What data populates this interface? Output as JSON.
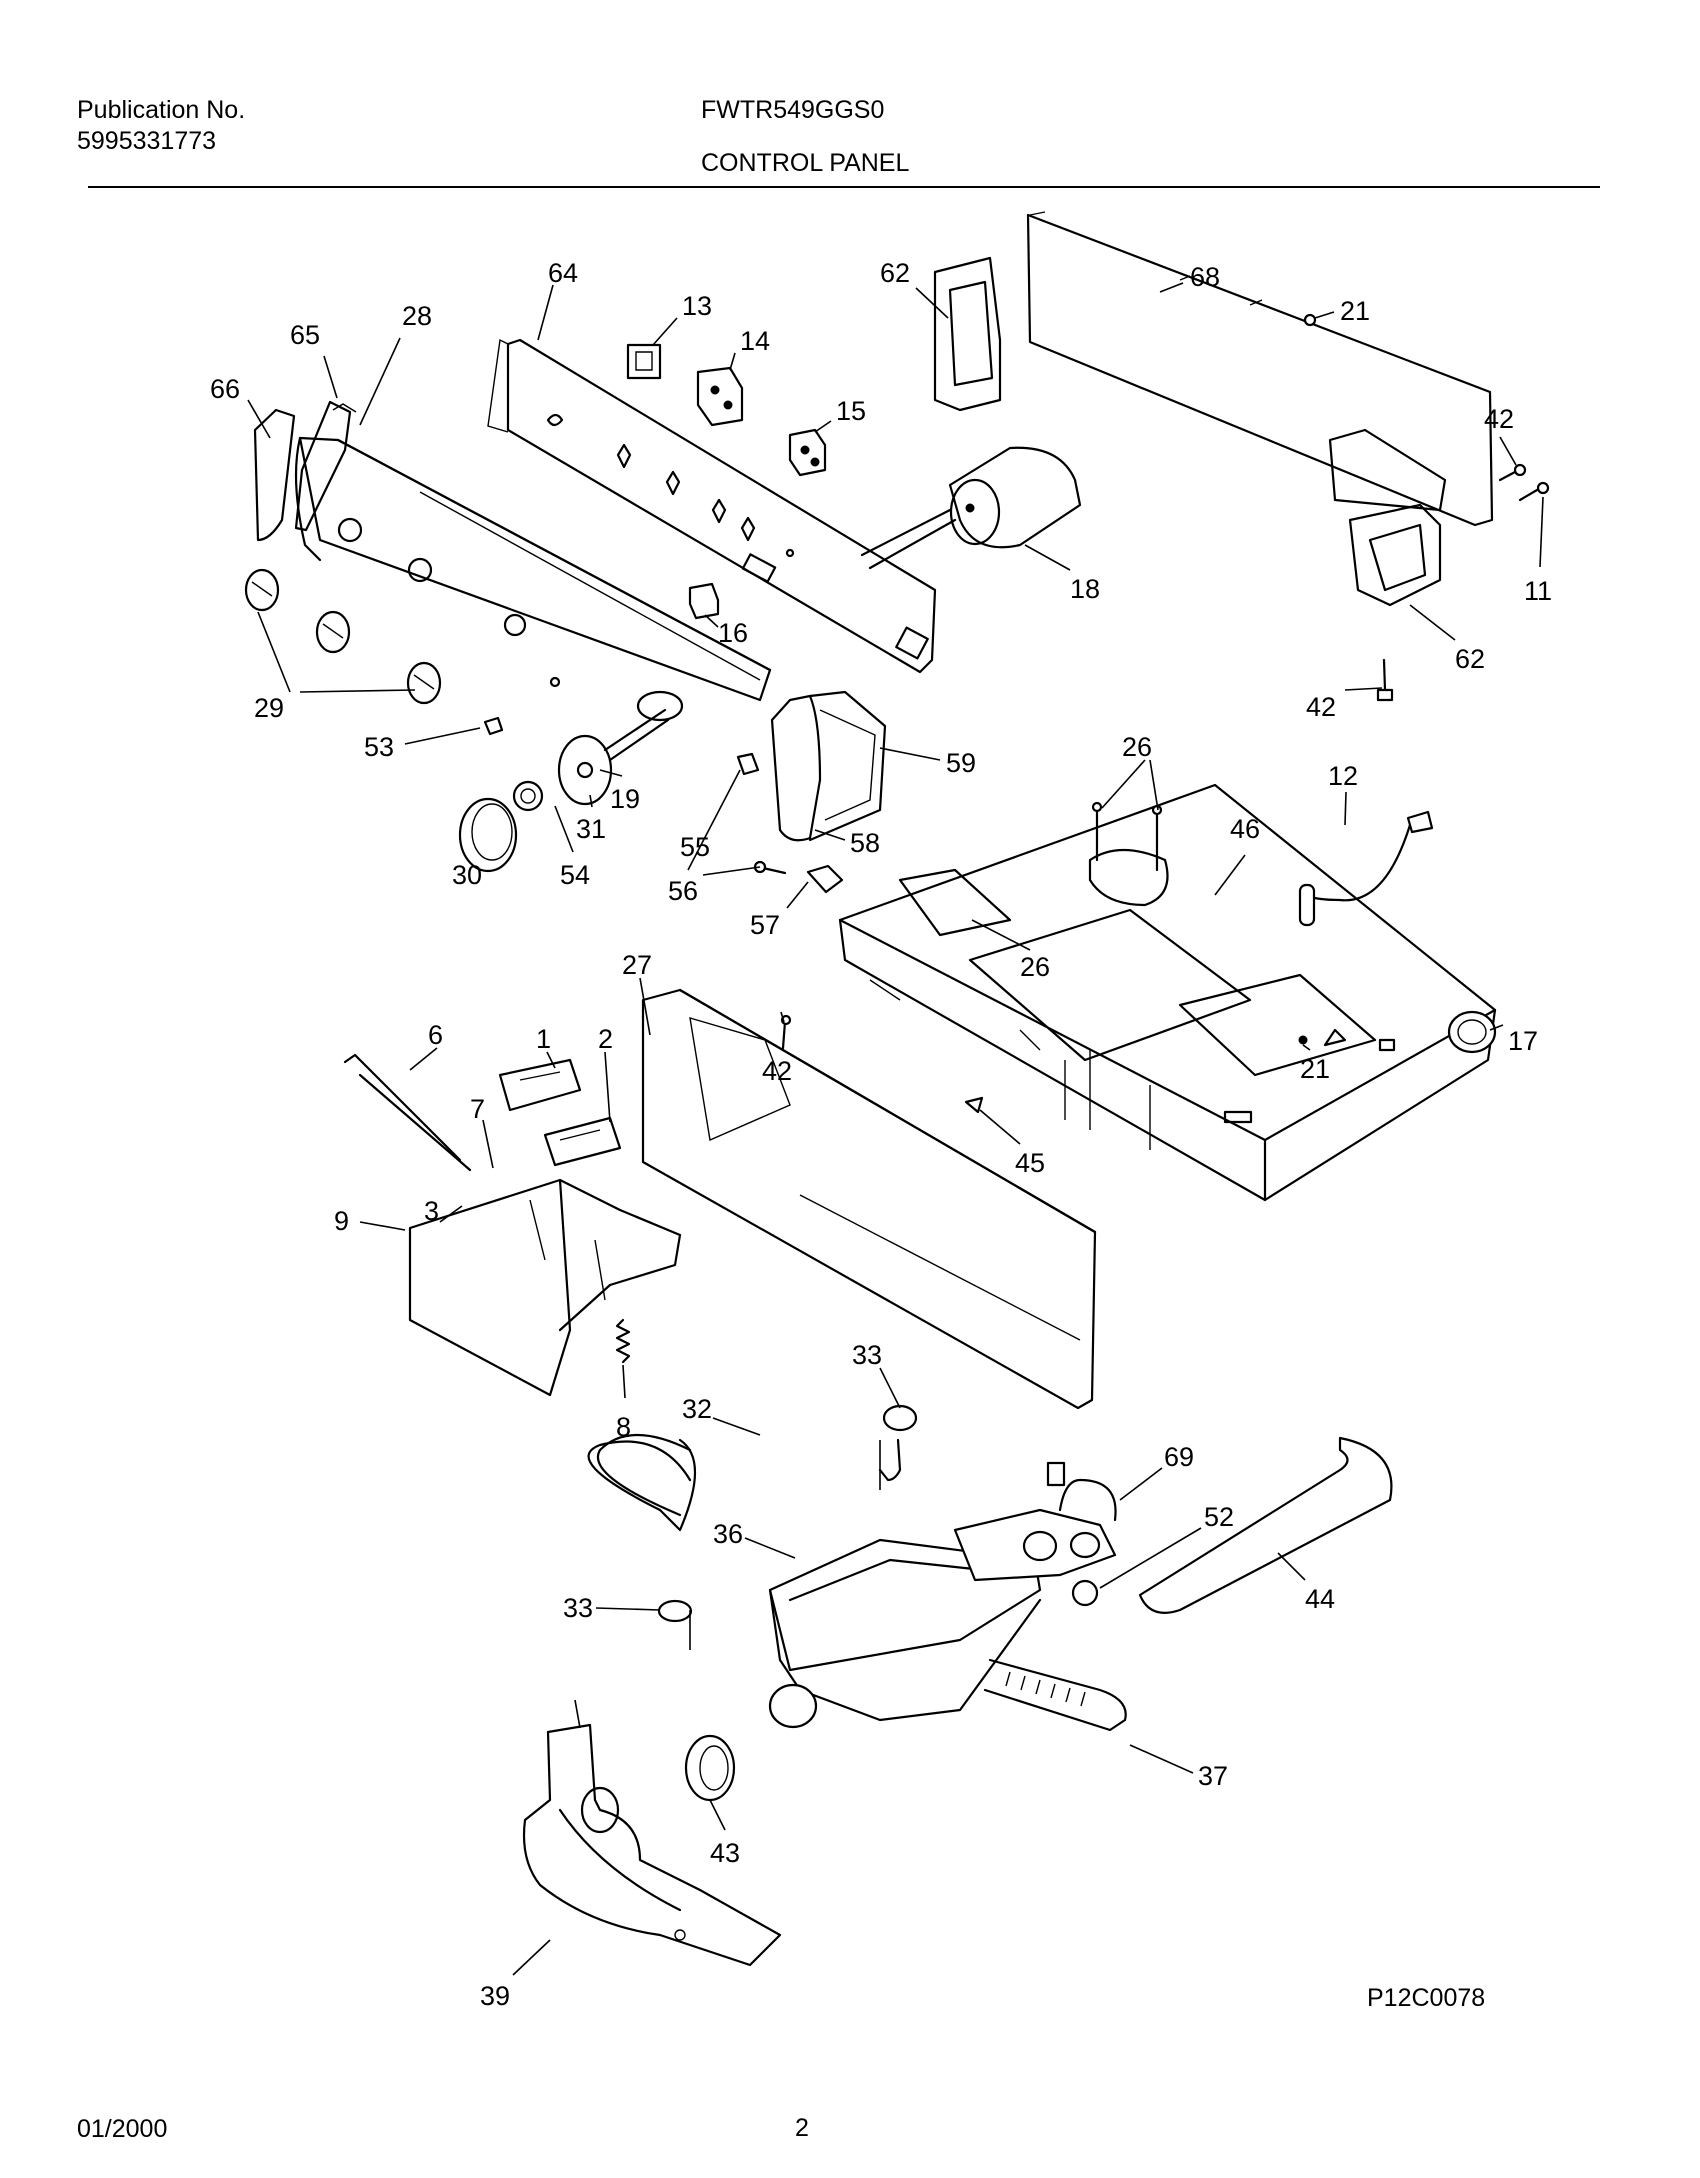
{
  "header": {
    "publication_label": "Publication No.",
    "publication_number": "5995331773",
    "model": "FWTR549GGS0",
    "section": "CONTROL PANEL"
  },
  "footer": {
    "date": "01/2000",
    "page": "2",
    "diagram_code": "P12C0078"
  },
  "callouts": [
    {
      "id": "c64",
      "label": "64"
    },
    {
      "id": "c13",
      "label": "13"
    },
    {
      "id": "c14",
      "label": "14"
    },
    {
      "id": "c15",
      "label": "15"
    },
    {
      "id": "c62a",
      "label": "62"
    },
    {
      "id": "c68",
      "label": "68"
    },
    {
      "id": "c21a",
      "label": "21"
    },
    {
      "id": "c65",
      "label": "65"
    },
    {
      "id": "c28",
      "label": "28"
    },
    {
      "id": "c66",
      "label": "66"
    },
    {
      "id": "c42a",
      "label": "42"
    },
    {
      "id": "c11",
      "label": "11"
    },
    {
      "id": "c18",
      "label": "18"
    },
    {
      "id": "c16",
      "label": "16"
    },
    {
      "id": "c62b",
      "label": "62"
    },
    {
      "id": "c42b",
      "label": "42"
    },
    {
      "id": "c29",
      "label": "29"
    },
    {
      "id": "c53",
      "label": "53"
    },
    {
      "id": "c19",
      "label": "19"
    },
    {
      "id": "c59",
      "label": "59"
    },
    {
      "id": "c26a",
      "label": "26"
    },
    {
      "id": "c12",
      "label": "12"
    },
    {
      "id": "c31",
      "label": "31"
    },
    {
      "id": "c46",
      "label": "46"
    },
    {
      "id": "c30",
      "label": "30"
    },
    {
      "id": "c54",
      "label": "54"
    },
    {
      "id": "c55",
      "label": "55"
    },
    {
      "id": "c58",
      "label": "58"
    },
    {
      "id": "c56",
      "label": "56"
    },
    {
      "id": "c57",
      "label": "57"
    },
    {
      "id": "c26b",
      "label": "26"
    },
    {
      "id": "c27",
      "label": "27"
    },
    {
      "id": "c17",
      "label": "17"
    },
    {
      "id": "c1",
      "label": "1"
    },
    {
      "id": "c2",
      "label": "2"
    },
    {
      "id": "c6",
      "label": "6"
    },
    {
      "id": "c42c",
      "label": "42"
    },
    {
      "id": "c21b",
      "label": "21"
    },
    {
      "id": "c7",
      "label": "7"
    },
    {
      "id": "c45",
      "label": "45"
    },
    {
      "id": "c9",
      "label": "9"
    },
    {
      "id": "c3",
      "label": "3"
    },
    {
      "id": "c33a",
      "label": "33"
    },
    {
      "id": "c32",
      "label": "32"
    },
    {
      "id": "c8",
      "label": "8"
    },
    {
      "id": "c69",
      "label": "69"
    },
    {
      "id": "c52",
      "label": "52"
    },
    {
      "id": "c36",
      "label": "36"
    },
    {
      "id": "c44",
      "label": "44"
    },
    {
      "id": "c33b",
      "label": "33"
    },
    {
      "id": "c37",
      "label": "37"
    },
    {
      "id": "c43",
      "label": "43"
    },
    {
      "id": "c39",
      "label": "39"
    }
  ]
}
